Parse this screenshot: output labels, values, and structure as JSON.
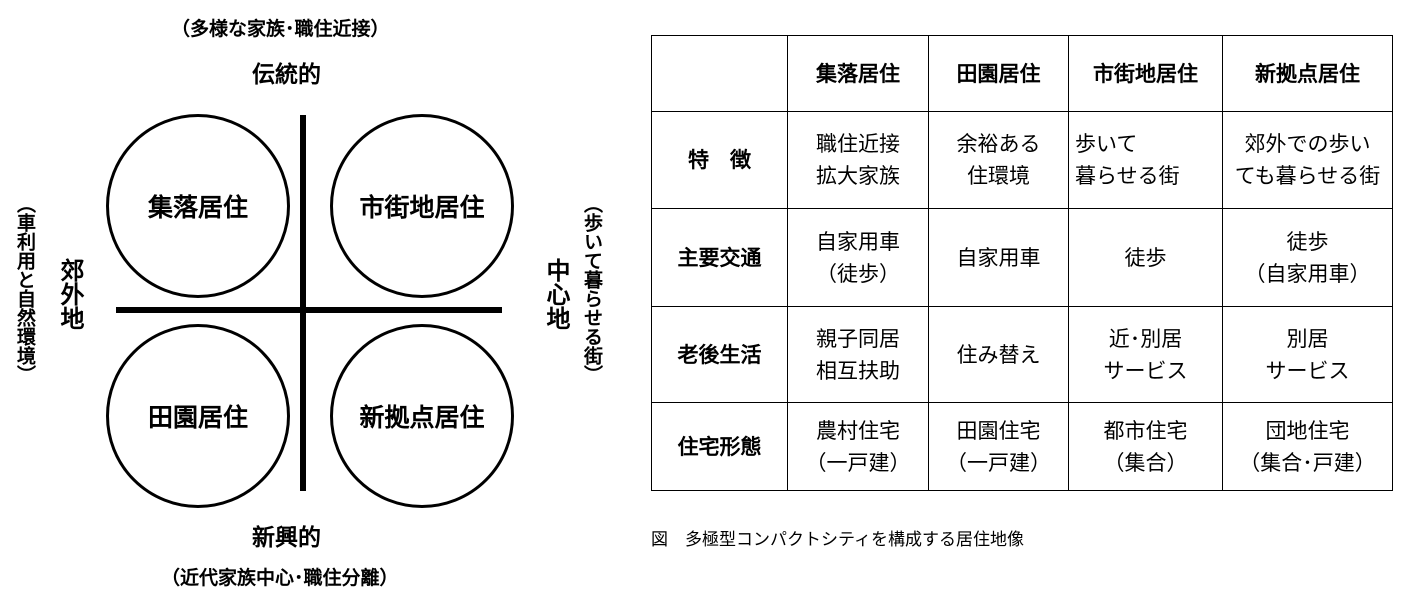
{
  "diagram": {
    "top_note": "（多様な家族･職住近接）",
    "top_label": "伝統的",
    "bottom_label": "新興的",
    "bottom_note": "（近代家族中心･職住分離）",
    "left_label": "郊外地",
    "left_note": "（車利用と自然環境）",
    "right_label": "中心地",
    "right_note": "（歩いて暮らせる街）",
    "quadrants": {
      "top_left": "集落居住",
      "top_right": "市街地居住",
      "bottom_left": "田園居住",
      "bottom_right": "新拠点居住"
    }
  },
  "table": {
    "columns": [
      "集落居住",
      "田園居住",
      "市街地居住",
      "新拠点居住"
    ],
    "rows": [
      {
        "label": "特　徴",
        "cells": [
          [
            "職住近接",
            "拡大家族"
          ],
          [
            "余裕ある",
            "住環境"
          ],
          [
            "歩いて",
            "暮らせる街"
          ],
          [
            "郊外での歩い",
            "ても暮らせる街"
          ]
        ]
      },
      {
        "label": "主要交通",
        "cells": [
          [
            "自家用車",
            "（徒歩）"
          ],
          [
            "自家用車"
          ],
          [
            "徒歩"
          ],
          [
            "徒歩",
            "（自家用車）"
          ]
        ]
      },
      {
        "label": "老後生活",
        "cells": [
          [
            "親子同居",
            "相互扶助"
          ],
          [
            "住み替え"
          ],
          [
            "近･別居",
            "サービス"
          ],
          [
            "別居",
            "サービス"
          ]
        ]
      },
      {
        "label": "住宅形態",
        "cells": [
          [
            "農村住宅",
            "（一戸建）"
          ],
          [
            "田園住宅",
            "（一戸建）"
          ],
          [
            "都市住宅",
            "（集合）"
          ],
          [
            "団地住宅",
            "（集合･戸建）"
          ]
        ]
      }
    ]
  },
  "caption": "図　多極型コンパクトシティを構成する居住地像"
}
